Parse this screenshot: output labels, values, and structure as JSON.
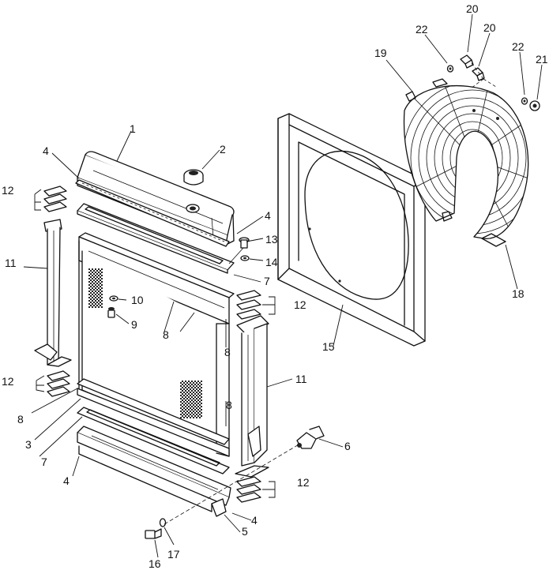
{
  "diagram": {
    "kind": "exploded parts view",
    "callouts": [
      {
        "id": "c1",
        "text": "1"
      },
      {
        "id": "c2",
        "text": "2"
      },
      {
        "id": "c3",
        "text": "3"
      },
      {
        "id": "c4a",
        "text": "4"
      },
      {
        "id": "c4b",
        "text": "4"
      },
      {
        "id": "c4c",
        "text": "4"
      },
      {
        "id": "c4d",
        "text": "4"
      },
      {
        "id": "c5",
        "text": "5"
      },
      {
        "id": "c6",
        "text": "6"
      },
      {
        "id": "c7a",
        "text": "7"
      },
      {
        "id": "c7b",
        "text": "7"
      },
      {
        "id": "c8a",
        "text": "8"
      },
      {
        "id": "c8b",
        "text": "8"
      },
      {
        "id": "c8c",
        "text": "8"
      },
      {
        "id": "c8d",
        "text": "8"
      },
      {
        "id": "c9",
        "text": "9"
      },
      {
        "id": "c10",
        "text": "10"
      },
      {
        "id": "c11a",
        "text": "11"
      },
      {
        "id": "c11b",
        "text": "11"
      },
      {
        "id": "c12a",
        "text": "12"
      },
      {
        "id": "c12b",
        "text": "12"
      },
      {
        "id": "c12c",
        "text": "12"
      },
      {
        "id": "c12d",
        "text": "12"
      },
      {
        "id": "c13",
        "text": "13"
      },
      {
        "id": "c14",
        "text": "14"
      },
      {
        "id": "c15",
        "text": "15"
      },
      {
        "id": "c16",
        "text": "16"
      },
      {
        "id": "c17",
        "text": "17"
      },
      {
        "id": "c18",
        "text": "18"
      },
      {
        "id": "c19",
        "text": "19"
      },
      {
        "id": "c20a",
        "text": "20"
      },
      {
        "id": "c20b",
        "text": "20"
      },
      {
        "id": "c21",
        "text": "21"
      },
      {
        "id": "c22a",
        "text": "22"
      },
      {
        "id": "c22b",
        "text": "22"
      }
    ]
  }
}
